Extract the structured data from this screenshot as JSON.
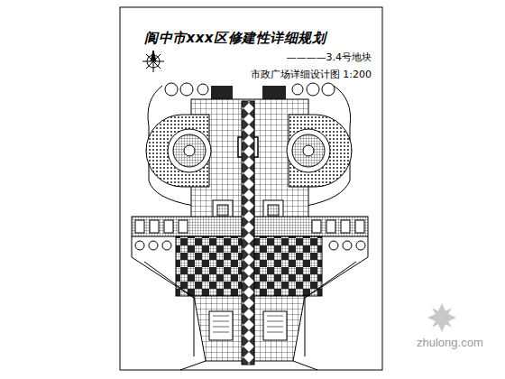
{
  "diagram": {
    "title": "阆中市xxx区修建性详细规划",
    "labels": [
      "————3.4号地块",
      "市政广场详细设计图 1:200",
      "zhulong.com"
    ]
  }
}
